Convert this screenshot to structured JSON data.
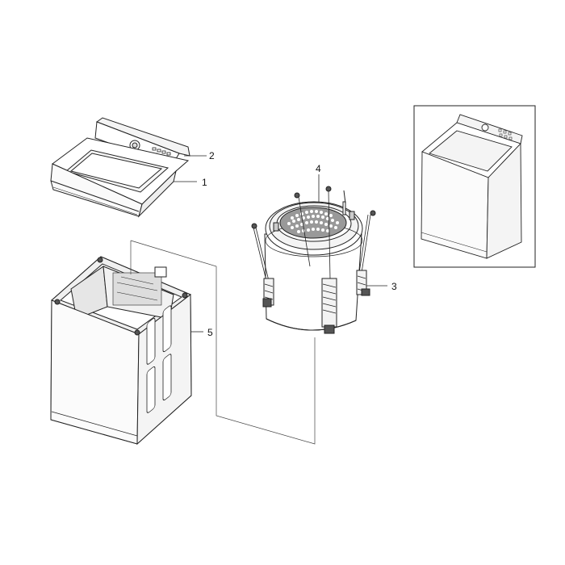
{
  "callouts": {
    "c1": "1",
    "c2": "2",
    "c3": "3",
    "c4": "4",
    "c5": "5"
  },
  "colors": {
    "line": "#222222",
    "panel_fill": "#f6f6f6",
    "shade": "#d9d9d9",
    "dark": "#555555"
  }
}
